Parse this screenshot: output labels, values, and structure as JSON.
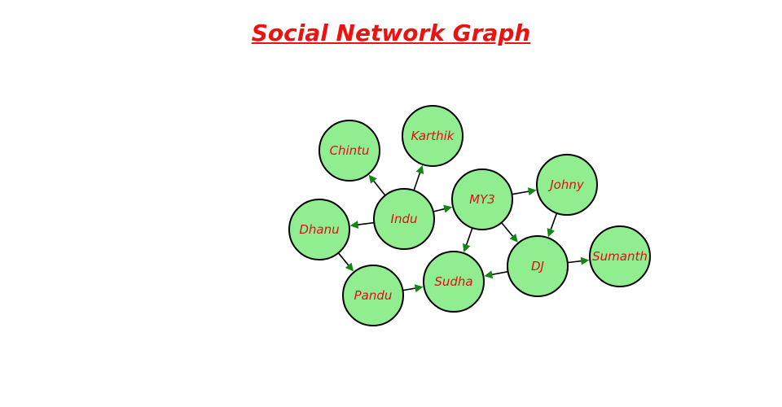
{
  "title": "Social Network Graph",
  "colors": {
    "title": "#ee1111",
    "node_fill": "#90ee90",
    "node_stroke": "#000000",
    "label": "#dd1111",
    "edge": "#000000",
    "arrow": "#118811"
  },
  "nodes": [
    {
      "id": "Chintu",
      "label": "Chintu"
    },
    {
      "id": "Karthik",
      "label": "Karthik"
    },
    {
      "id": "Indu",
      "label": "Indu"
    },
    {
      "id": "MY3",
      "label": "MY3"
    },
    {
      "id": "Johny",
      "label": "Johny"
    },
    {
      "id": "Dhanu",
      "label": "Dhanu"
    },
    {
      "id": "DJ",
      "label": "DJ"
    },
    {
      "id": "Sumanth",
      "label": "Sumanth"
    },
    {
      "id": "Pandu",
      "label": "Pandu"
    },
    {
      "id": "Sudha",
      "label": "Sudha"
    }
  ],
  "edges": [
    {
      "from": "Indu",
      "to": "Chintu"
    },
    {
      "from": "Indu",
      "to": "Karthik"
    },
    {
      "from": "Indu",
      "to": "Dhanu"
    },
    {
      "from": "Indu",
      "to": "MY3"
    },
    {
      "from": "MY3",
      "to": "Johny"
    },
    {
      "from": "MY3",
      "to": "Sudha"
    },
    {
      "from": "MY3",
      "to": "DJ"
    },
    {
      "from": "Johny",
      "to": "DJ"
    },
    {
      "from": "DJ",
      "to": "Sumanth"
    },
    {
      "from": "DJ",
      "to": "Sudha"
    },
    {
      "from": "Dhanu",
      "to": "Pandu"
    },
    {
      "from": "Pandu",
      "to": "Sudha"
    }
  ]
}
